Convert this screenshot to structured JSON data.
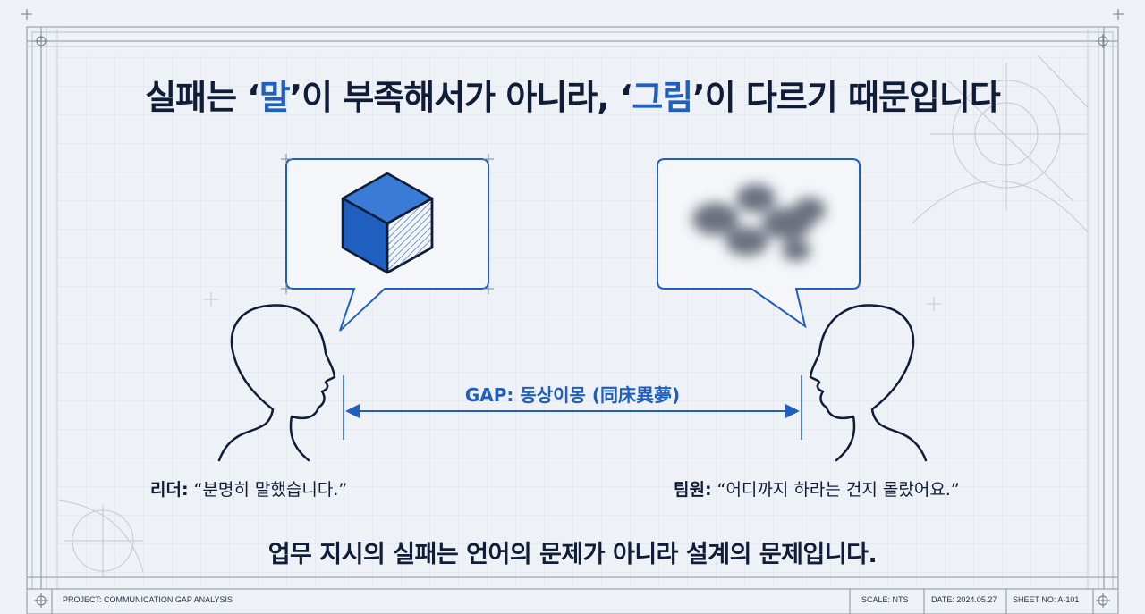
{
  "title": {
    "part1": "실패는 ‘",
    "highlight1": "말",
    "part2": "’이 부족해서가 아니라, ‘",
    "highlight2": "그림",
    "part3": "’이 다르기 때문입니다"
  },
  "gap": {
    "label": "GAP: 동상이몽 (同床異夢)"
  },
  "leader": {
    "speaker": "리더:",
    "quote": "“분명히 말했습니다.”"
  },
  "member": {
    "speaker": "팀원:",
    "quote": "“어디까지 하라는 건지 몰랐어요.”"
  },
  "conclusion": "업무 지시의 실패는 언어의 문제가 아니라 설계의 문제입니다.",
  "title_block": {
    "project": "PROJECT: COMMUNICATION GAP ANALYSIS",
    "scale": "SCALE: NTS",
    "date": "DATE: 2024.05.27",
    "sheet": "SHEET NO: A-101"
  },
  "colors": {
    "background": "#eef1f5",
    "ink": "#0f1d38",
    "accent": "#1f5fbf",
    "grid": "#d8dde5"
  },
  "icons": {
    "leader_bubble": "cube-icon",
    "member_bubble": "blurred-shape-icon",
    "leader_head": "head-silhouette-icon",
    "member_head": "head-silhouette-icon",
    "gap_arrow": "double-arrow-icon"
  }
}
